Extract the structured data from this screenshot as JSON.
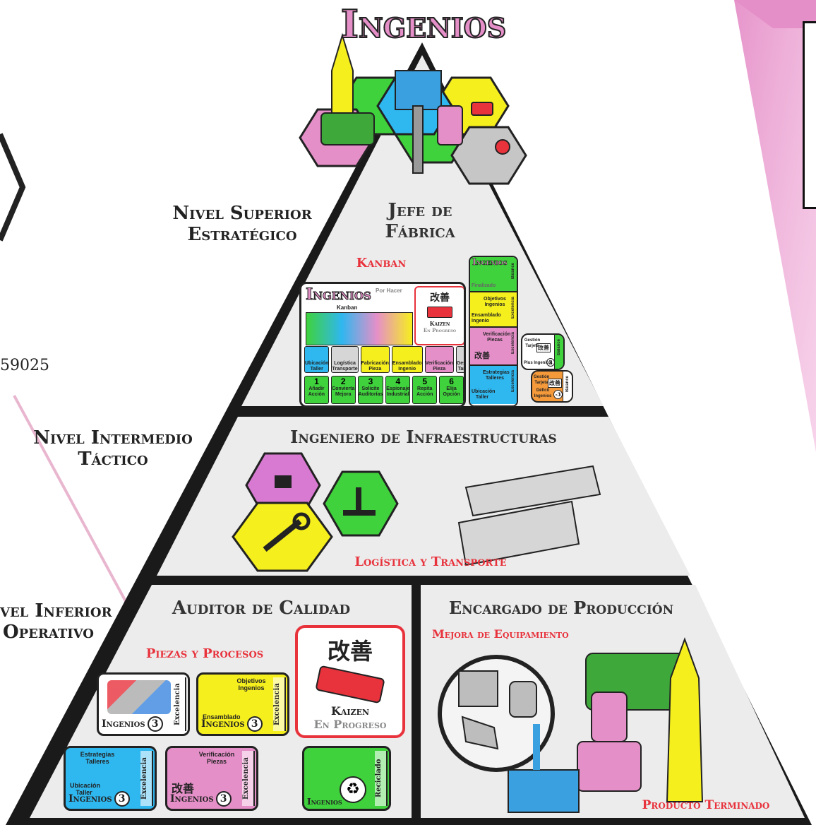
{
  "title": "Ingenios",
  "left_fragment": "59025",
  "levels": {
    "superior": [
      "Nivel Superior",
      "Estratégico"
    ],
    "intermedio": [
      "Nivel Intermedio",
      "Táctico"
    ],
    "inferior": [
      "vel Inferior",
      "Operativo"
    ]
  },
  "roles": {
    "jefe": [
      "Jefe de",
      "Fábrica"
    ],
    "ingeniero": "Ingeniero de Infraestructuras",
    "auditor": "Auditor de Calidad",
    "encargado": "Encargado de Producción"
  },
  "red_labels": {
    "kanban": "Kanban",
    "logistica": "Logística y Transporte",
    "piezas": "Piezas y Procesos",
    "mejora": "Mejora de Equipamiento",
    "producto": "Producto Terminado"
  },
  "kanban_board": {
    "logo": "Ingenios",
    "por_hacer": "Por Hacer",
    "kanban": "Kanban",
    "kanji": "改善",
    "kaizen": "Kaizen",
    "en_progreso": "En Progreso",
    "row1": [
      "Ubicación Taller",
      "Logística Transporte",
      "Fabricación Pieza",
      "Ensamblado Ingenio",
      "Verificación Pieza",
      "Gestión Tarjeta"
    ],
    "row2": [
      {
        "num": "1",
        "label": "Añadir Acción"
      },
      {
        "num": "2",
        "label": "Convierta Mejora"
      },
      {
        "num": "3",
        "label": "Solicite Auditorías"
      },
      {
        "num": "4",
        "label": "Espionaje Industrial"
      },
      {
        "num": "5",
        "label": "Repita Acción"
      },
      {
        "num": "6",
        "label": "Elija Opción"
      }
    ]
  },
  "kanban_column": {
    "logo": "Ingenios",
    "finalizado": "Finalizado",
    "balance": "Balance",
    "objetivos": "Objetivos Ingenios",
    "ensamblado": "Ensamblado Ingenio",
    "excelencia": "Excelencia",
    "verificacion": "Verificación Piezas",
    "kanji": "改善",
    "estrategias": "Estrategias Talleres",
    "ubicacion": "Ubicación Taller"
  },
  "gestion_cards": {
    "gestion": "Gestión Tarjeta",
    "plus": "Plus Ingenios",
    "plus_num": "3",
    "deficit": "Déficit Ingenios",
    "deficit_num": "-3",
    "balance": "Balance",
    "kanji": "改善"
  },
  "auditor_cards": {
    "ingenios": "Ingenios",
    "num": "3",
    "excelencia": "Excelencia",
    "objetivos": "Objetivos Ingenios",
    "ensamblado": "Ensamblado",
    "estrategias": "Estrategias Talleres",
    "ubicacion": "Ubicación Taller",
    "verificacion": "Verificación Piezas",
    "kanji": "改善",
    "reciclado": "Reciclado",
    "kaizen": "Kaizen",
    "en_progreso": "En Progreso"
  },
  "colors": {
    "pink": "#e58fc8",
    "yellow": "#f6ef1e",
    "green": "#3fd23c",
    "cyan": "#2fb7ef",
    "red": "#e8323c",
    "board": "#ebebeb",
    "outline": "#1a1a1a"
  }
}
